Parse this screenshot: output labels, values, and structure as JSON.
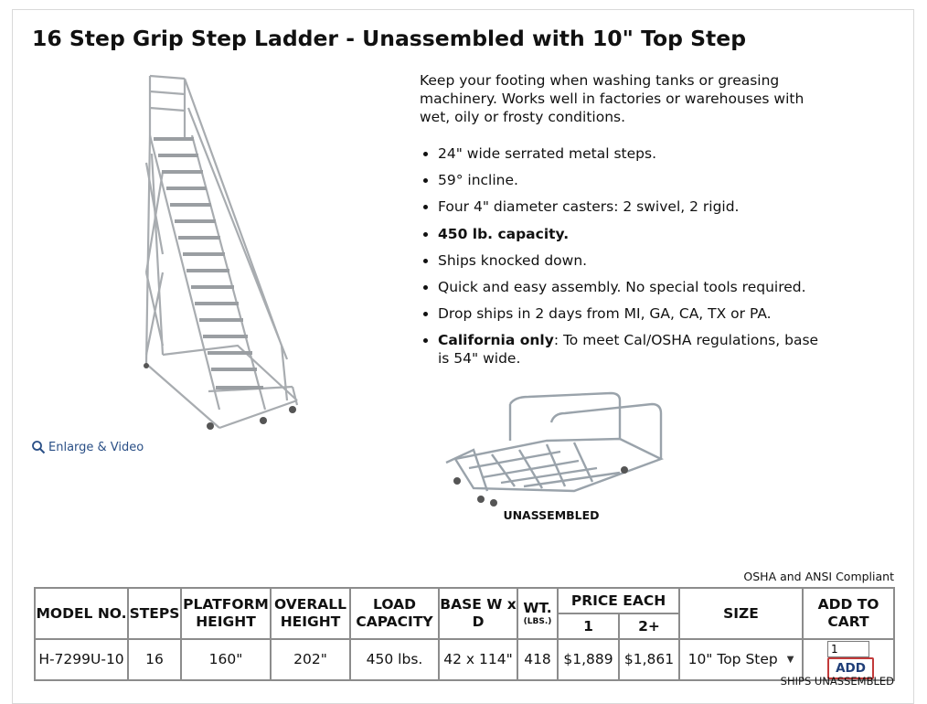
{
  "product": {
    "title": "16 Step Grip Step Ladder - Unassembled with 10\" Top Step",
    "description": "Keep your footing when washing tanks or greasing machinery. Works well in factories or warehouses with wet, oily or frosty conditions.",
    "features": [
      {
        "bold": "",
        "text": "24\" wide serrated metal steps."
      },
      {
        "bold": "",
        "text": "59° incline."
      },
      {
        "bold": "",
        "text": "Four 4\" diameter casters: 2 swivel, 2 rigid."
      },
      {
        "bold": "450 lb. capacity.",
        "text": ""
      },
      {
        "bold": "",
        "text": "Ships knocked down."
      },
      {
        "bold": "",
        "text": "Quick and easy assembly. No special tools required."
      },
      {
        "bold": "",
        "text": "Drop ships in 2 days from MI, GA, CA, TX or PA."
      },
      {
        "bold": "California only",
        "text": ": To meet Cal/OSHA regulations, base is 54\" wide."
      }
    ],
    "enlarge_label": "Enlarge & Video",
    "icons": {
      "enlarge": "magnifier-icon"
    },
    "unassembled_caption": "UNASSEMBLED",
    "compliance": "OSHA and ANSI Compliant",
    "ships_note": "SHIPS UNASSEMBLED"
  },
  "table": {
    "headers": {
      "model": "MODEL NO.",
      "steps": "STEPS",
      "platform": "PLATFORM HEIGHT",
      "overall": "OVERALL HEIGHT",
      "load": "LOAD CAPACITY",
      "base": "BASE W x D",
      "wt": "WT.",
      "wt_unit": "(LBS.)",
      "price_each": "PRICE EACH",
      "price_1": "1",
      "price_2": "2+",
      "size": "SIZE",
      "add": "ADD TO CART"
    },
    "row": {
      "model": "H-7299U-10",
      "steps": "16",
      "platform": "160\"",
      "overall": "202\"",
      "load": "450 lbs.",
      "base": "42 x 114\"",
      "wt": "418",
      "price_1": "$1,889",
      "price_2": "$1,861",
      "size": "10\" Top Step",
      "qty": "1",
      "add_label": "ADD"
    }
  },
  "colors": {
    "link": "#2a4f86",
    "add_border": "#c23a3a",
    "add_text": "#1f3e78",
    "table_border": "#8c8c8c"
  }
}
